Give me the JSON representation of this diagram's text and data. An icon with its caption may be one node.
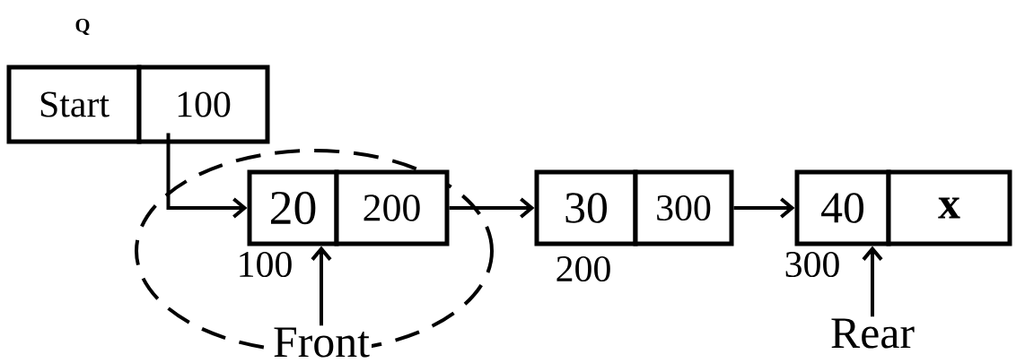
{
  "diagram": {
    "nodes": [
      {
        "text": [
          "Start"
        ]
      },
      {
        "text": [
          "100"
        ]
      },
      {
        "text": [
          "20"
        ]
      },
      {
        "text": [
          "200"
        ]
      },
      {
        "text": [
          "30"
        ]
      },
      {
        "text": [
          "300"
        ]
      },
      {
        "text": [
          "40"
        ]
      },
      {
        "text": [
          "x"
        ]
      },
      {
        "text": [
          "Front"
        ]
      },
      {
        "text": [
          "Rear"
        ]
      }
    ],
    "edges": [
      {
        "from": 1,
        "to": 2,
        "arrow": "to"
      },
      {
        "from": 3,
        "to": 4,
        "arrow": "to"
      },
      {
        "from": 5,
        "to": 6,
        "arrow": "to"
      },
      {
        "from": 8,
        "to": 2,
        "arrow": "to"
      },
      {
        "from": 9,
        "to": 6,
        "arrow": "to"
      }
    ],
    "labels": [
      "Q",
      "100",
      "200",
      "300"
    ]
  }
}
